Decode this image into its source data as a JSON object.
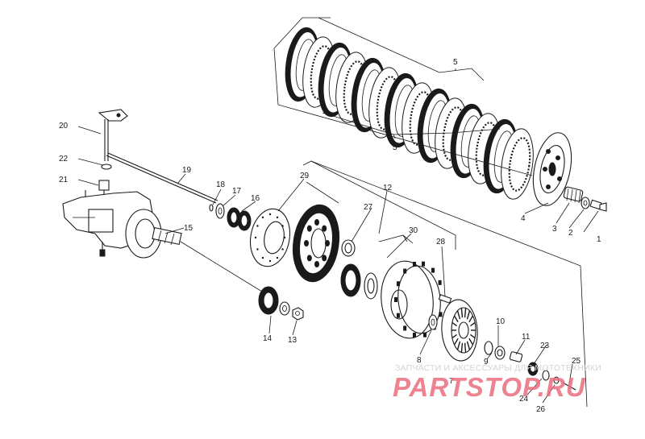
{
  "watermark": {
    "caption": "ЗАПЧАСТИ И АКСЕССУАРЫ ДЛЯ МОТОТЕХНИКИ",
    "logo": "PARTSTOP.RU"
  },
  "callouts": [
    "1",
    "2",
    "3",
    "4",
    "5",
    "5",
    "7",
    "8",
    "9",
    "10",
    "11",
    "12",
    "13",
    "14",
    "15",
    "16",
    "17",
    "18",
    "19",
    "20",
    "21",
    "22",
    "23",
    "24",
    "25",
    "26",
    "27",
    "28",
    "29",
    "30"
  ]
}
